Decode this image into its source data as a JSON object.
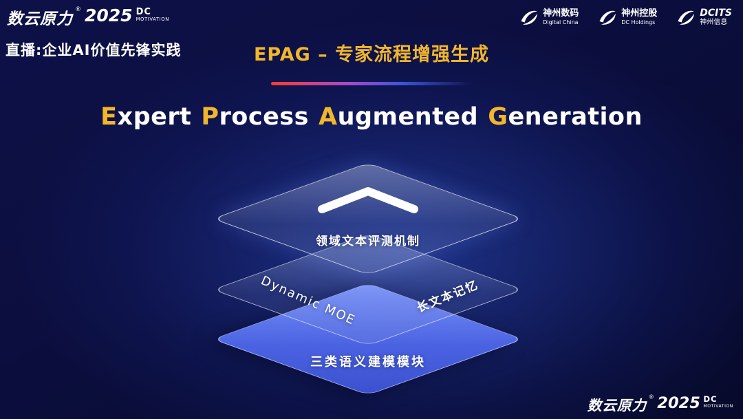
{
  "colors": {
    "accent_gold": "#f2b62c",
    "layer_blue": "#4b63e2",
    "background_dark": "#070a2c",
    "divider_red": "#ff3b30"
  },
  "brand": {
    "name": "数云原力",
    "reg": "®",
    "year": "2025",
    "dc": "DC",
    "motivation": "MOTIVATION"
  },
  "header": {
    "live_label": "直播:企业AI价值先锋实践",
    "slide_title": "EPAG – 专家流程增强生成",
    "logos": [
      {
        "line1": "神州数码",
        "line2": "Digital China"
      },
      {
        "line1": "神州控股",
        "line2": "DC Holdings"
      },
      {
        "line1": "DCITS",
        "line2": "神州信息"
      }
    ]
  },
  "main": {
    "title": {
      "words": [
        {
          "lead": "E",
          "rest": "xpert"
        },
        {
          "lead": "P",
          "rest": "rocess"
        },
        {
          "lead": "A",
          "rest": "ugmented"
        },
        {
          "lead": "G",
          "rest": "eneration"
        }
      ]
    },
    "stack": {
      "top_label": "领域文本评测机制",
      "middle_left_label": "Dynamic  MOE",
      "middle_right_label": "长文本记忆",
      "bottom_label": "三类语义建模模块"
    }
  }
}
